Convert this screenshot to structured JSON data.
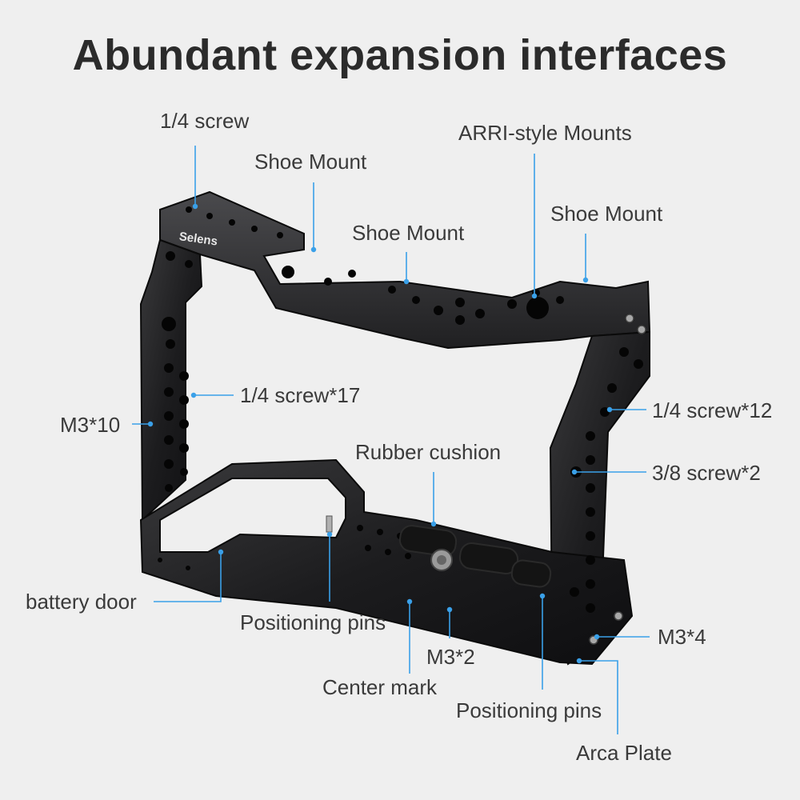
{
  "title": "Abundant expansion interfaces",
  "brand": "Selens",
  "accent_color": "#3aa0e8",
  "labels": {
    "screw_top": "1/4 screw",
    "shoe_mount_left": "Shoe Mount",
    "arri_mounts": "ARRI-style Mounts",
    "shoe_mount_center": "Shoe Mount",
    "shoe_mount_right": "Shoe Mount",
    "screw_17": "1/4 screw*17",
    "m3_10": "M3*10",
    "screw_12": "1/4 screw*12",
    "rubber_cushion": "Rubber cushion",
    "screw_38": "3/8 screw*2",
    "battery_door": "battery door",
    "positioning_pins_left": "Positioning pins",
    "m3_4": "M3*4",
    "m3_2": "M3*2",
    "center_mark": "Center mark",
    "positioning_pins_right": "Positioning pins",
    "arca_plate": "Arca Plate"
  }
}
